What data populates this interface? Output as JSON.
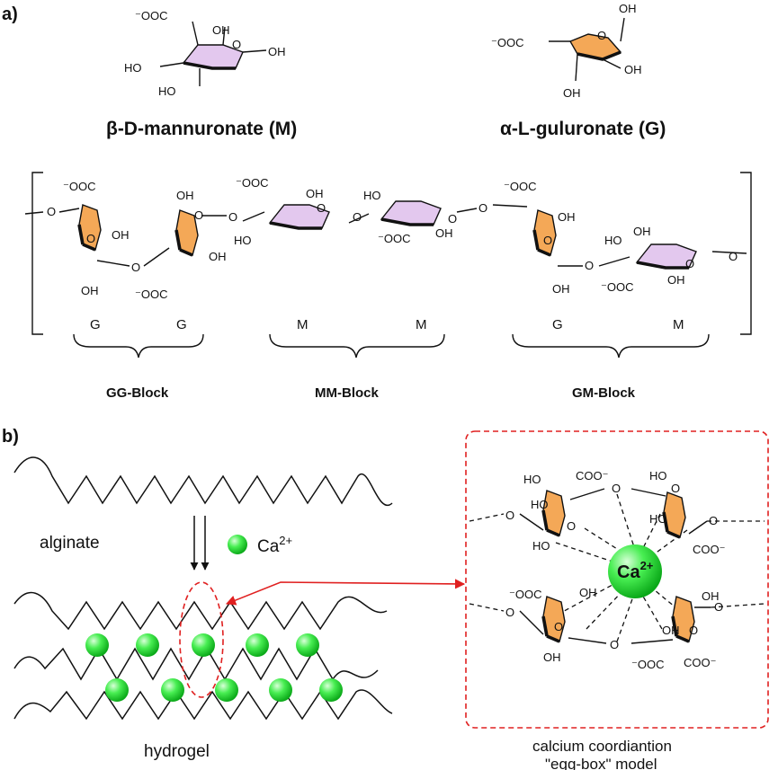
{
  "panels": {
    "a": "a)",
    "b": "b)"
  },
  "monomers": {
    "mannuronate": "β-D-mannuronate (M)",
    "guluronate": "α-L-guluronate (G)"
  },
  "atoms": {
    "oh": "OH",
    "ho": "HO",
    "o": "O",
    "coo_left": "⁻OOC",
    "coo_right": "COO⁻",
    "coo_top": "COO⁻"
  },
  "chain_units": [
    "G",
    "G",
    "M",
    "M",
    "G",
    "M"
  ],
  "blocks": [
    "GG-Block",
    "MM-Block",
    "GM-Block"
  ],
  "panel_b": {
    "alginate": "alginate",
    "ion": "Ca",
    "ion_charge": "2+",
    "hydrogel": "hydrogel",
    "eggbox_line1": "calcium coordiantion",
    "eggbox_line2": "\"egg-box\" model"
  },
  "colors": {
    "mannuronate_ring": "#e3c8ee",
    "guluronate_ring": "#f4a857",
    "calcium": "#3ee85a",
    "highlight": "#e02020"
  }
}
